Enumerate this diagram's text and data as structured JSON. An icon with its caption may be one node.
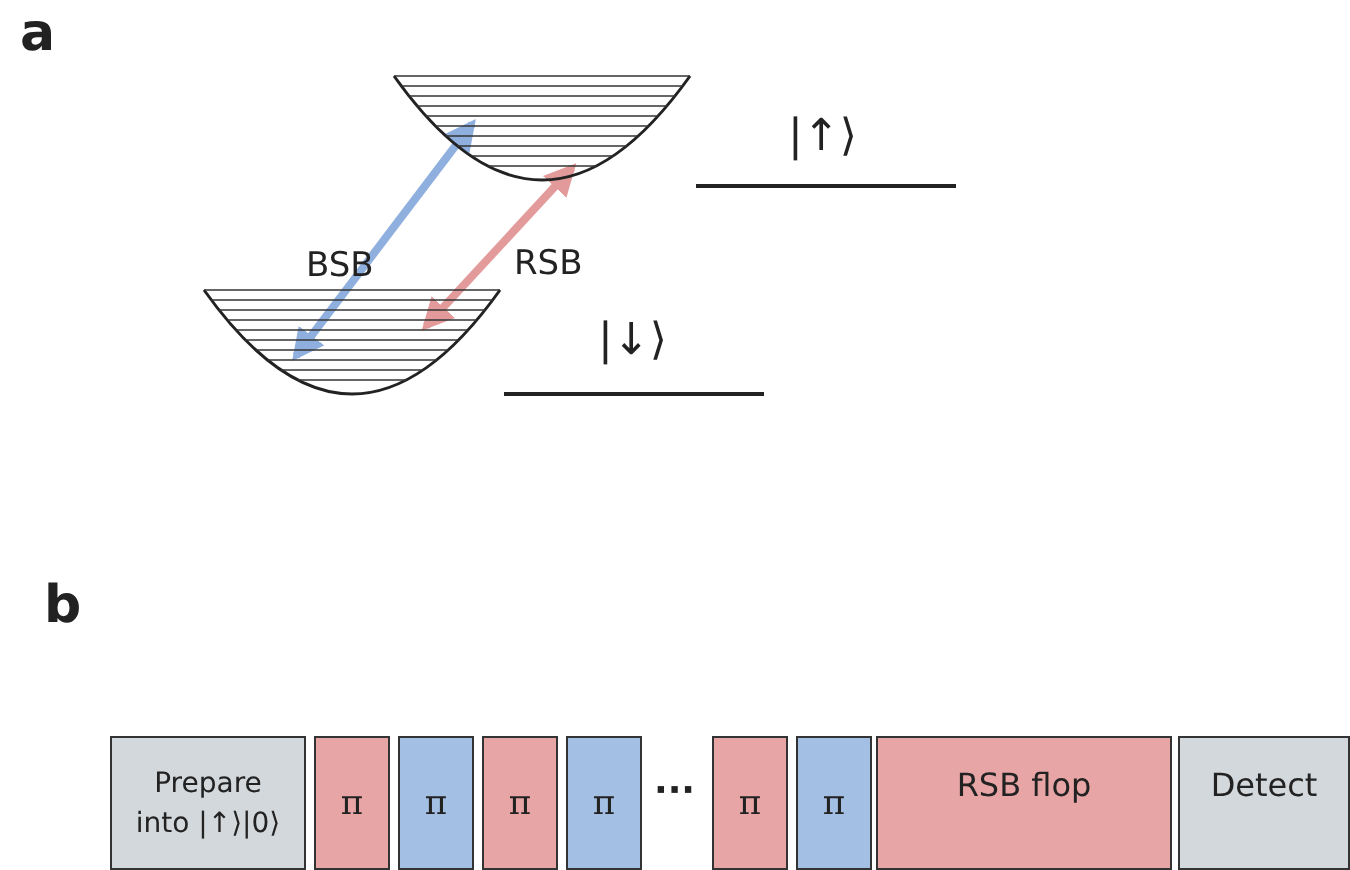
{
  "diagram": {
    "nodes": [
      {
        "text": [],
        "shape": "picture"
      },
      {
        "text": [],
        "shape": "picture"
      },
      {
        "text": [
          "Prepare into |↑⟩|0⟩"
        ]
      },
      {
        "text": [
          "π"
        ]
      },
      {
        "text": [
          "π"
        ]
      },
      {
        "text": [
          "π"
        ]
      },
      {
        "text": [
          "π"
        ]
      },
      {
        "text": [
          "π"
        ]
      },
      {
        "text": [
          "π"
        ]
      },
      {
        "text": [
          "RSB flop"
        ]
      },
      {
        "text": [
          "Detect"
        ]
      }
    ],
    "edges": [
      {
        "from": 1,
        "to": 0,
        "arrow": "both",
        "label": "BSB",
        "color": "#8fb0de"
      },
      {
        "from": 1,
        "to": 0,
        "arrow": "both",
        "label": "RSB",
        "color": "#e39a9a"
      }
    ],
    "labels": [
      "a",
      "|↑⟩",
      "|↓⟩",
      "b",
      "···"
    ]
  }
}
